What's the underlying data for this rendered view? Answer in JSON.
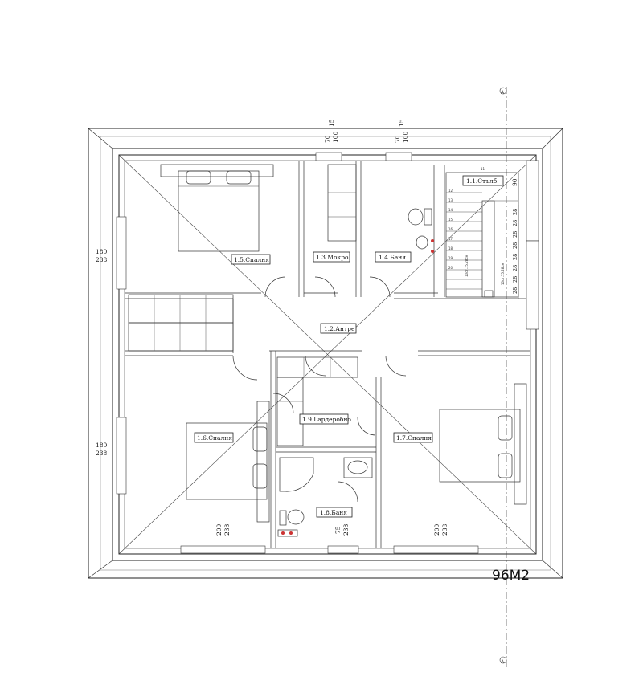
{
  "rooms": {
    "stair": "1.1.Стълб.",
    "hall": "1.2.Антре",
    "wet": "1.3.Мокро",
    "bath_top": "1.4.Баня",
    "bed_top": "1.5.Спалня",
    "bed_left": "1.6.Спалня",
    "bed_right": "1.7.Спалня",
    "bath_bottom": "1.8.Баня",
    "wardrobe": "1.9.Гардеробно"
  },
  "area": "96М2",
  "section_marks": {
    "top": "А",
    "bottom": "А"
  },
  "dimensions": {
    "top_win1_a": "70",
    "top_win1_b": "100",
    "top_win1_c": "15",
    "top_win2_a": "70",
    "top_win2_b": "100",
    "top_win2_c": "15",
    "left_win1_a": "180",
    "left_win1_b": "238",
    "left_win2_a": "180",
    "left_win2_b": "238",
    "bottom_win1_a": "200",
    "bottom_win1_b": "238",
    "bottom_win2_a": "75",
    "bottom_win2_b": "238",
    "bottom_win3_a": "200",
    "bottom_win3_b": "238",
    "stair_right_top": "90"
  },
  "stair_steps": [
    "28",
    "28",
    "28",
    "28",
    "28",
    "28",
    "28",
    "28"
  ],
  "stair_numbers": [
    "11",
    "12",
    "13",
    "14",
    "15",
    "16",
    "17",
    "18",
    "19",
    "20"
  ],
  "stair_notes": {
    "rise_1": "10ст.15.28см",
    "rise_2": "10ст.15.28см"
  }
}
